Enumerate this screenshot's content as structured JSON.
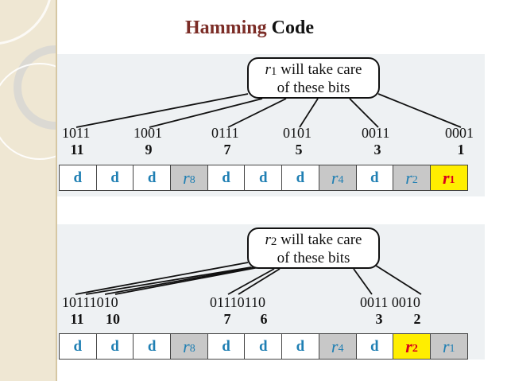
{
  "title": {
    "part1": "Hamming",
    "part2": "Code"
  },
  "diagram1": {
    "bubble": {
      "var": "r",
      "sub": "1",
      "line1_rest": " will take care",
      "line2": "of these bits"
    },
    "binary": [
      "1011",
      "1001",
      "0111",
      "0101",
      "0011",
      "0001"
    ],
    "positions": [
      "11",
      "9",
      "7",
      "5",
      "3",
      "1"
    ],
    "cells": [
      {
        "type": "d",
        "label": "d"
      },
      {
        "type": "d",
        "label": "d"
      },
      {
        "type": "d",
        "label": "d"
      },
      {
        "type": "r",
        "label": "r",
        "sub": "8"
      },
      {
        "type": "d",
        "label": "d"
      },
      {
        "type": "d",
        "label": "d"
      },
      {
        "type": "d",
        "label": "d"
      },
      {
        "type": "r",
        "label": "r",
        "sub": "4"
      },
      {
        "type": "d",
        "label": "d"
      },
      {
        "type": "r",
        "label": "r",
        "sub": "2"
      },
      {
        "type": "r",
        "label": "r",
        "sub": "1",
        "highlight": true
      }
    ]
  },
  "diagram2": {
    "bubble": {
      "var": "r",
      "sub": "2",
      "line1_rest": " will take care",
      "line2": "of these bits"
    },
    "binary": [
      "10111010",
      "01110110",
      "0011 0010"
    ],
    "positions": [
      "11",
      "10",
      "7",
      "6",
      "3",
      "2"
    ],
    "cells": [
      {
        "type": "d",
        "label": "d"
      },
      {
        "type": "d",
        "label": "d"
      },
      {
        "type": "d",
        "label": "d"
      },
      {
        "type": "r",
        "label": "r",
        "sub": "8"
      },
      {
        "type": "d",
        "label": "d"
      },
      {
        "type": "d",
        "label": "d"
      },
      {
        "type": "d",
        "label": "d"
      },
      {
        "type": "r",
        "label": "r",
        "sub": "4"
      },
      {
        "type": "d",
        "label": "d"
      },
      {
        "type": "r",
        "label": "r",
        "sub": "2",
        "highlight": true
      },
      {
        "type": "r",
        "label": "r",
        "sub": "1"
      }
    ]
  },
  "colors": {
    "title_accent": "#7b2c26",
    "data_bit": "#1f7fb3",
    "highlight_fill": "#ffee00",
    "highlight_text": "#d8001c",
    "redundant_fill": "#c8c8c8"
  }
}
